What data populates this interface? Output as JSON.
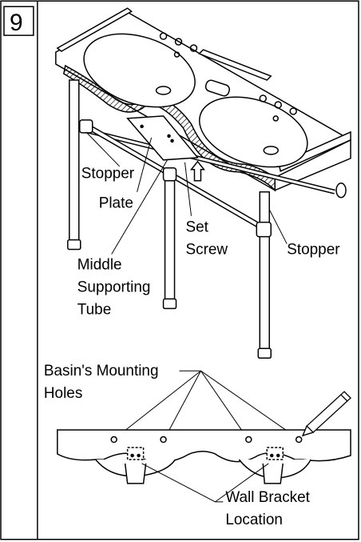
{
  "step_number": "9",
  "labels": {
    "stopper_left": "Stopper",
    "plate": "Plate",
    "set_screw_1": "Set",
    "set_screw_2": "Screw",
    "stopper_right": "Stopper",
    "middle_tube_1": "Middle",
    "middle_tube_2": "Supporting",
    "middle_tube_3": "Tube",
    "mounting_holes_1": "Basin's Mounting",
    "mounting_holes_2": "Holes",
    "wall_bracket_1": "Wall Bracket",
    "wall_bracket_2": "Location"
  }
}
